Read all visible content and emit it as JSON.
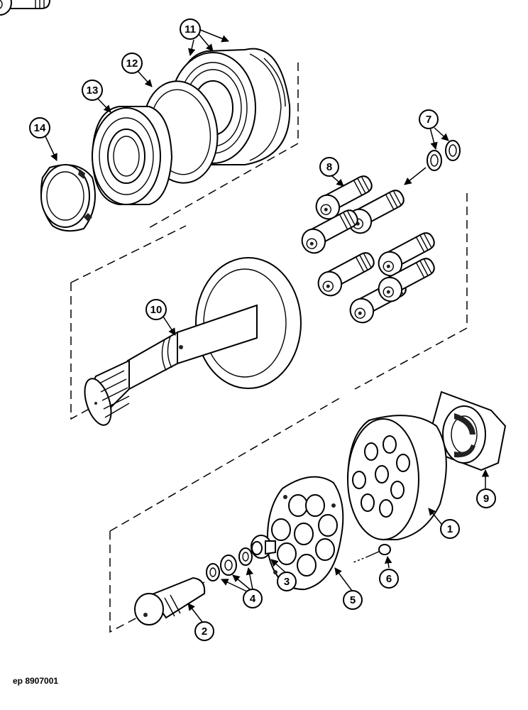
{
  "figure_code": "ep 8907001",
  "callouts": {
    "c1": "1",
    "c2": "2",
    "c3": "3",
    "c4": "4",
    "c5": "5",
    "c6": "6",
    "c7": "7",
    "c8": "8",
    "c9": "9",
    "c10": "10",
    "c11": "11",
    "c12": "12",
    "c13": "13",
    "c14": "14"
  }
}
